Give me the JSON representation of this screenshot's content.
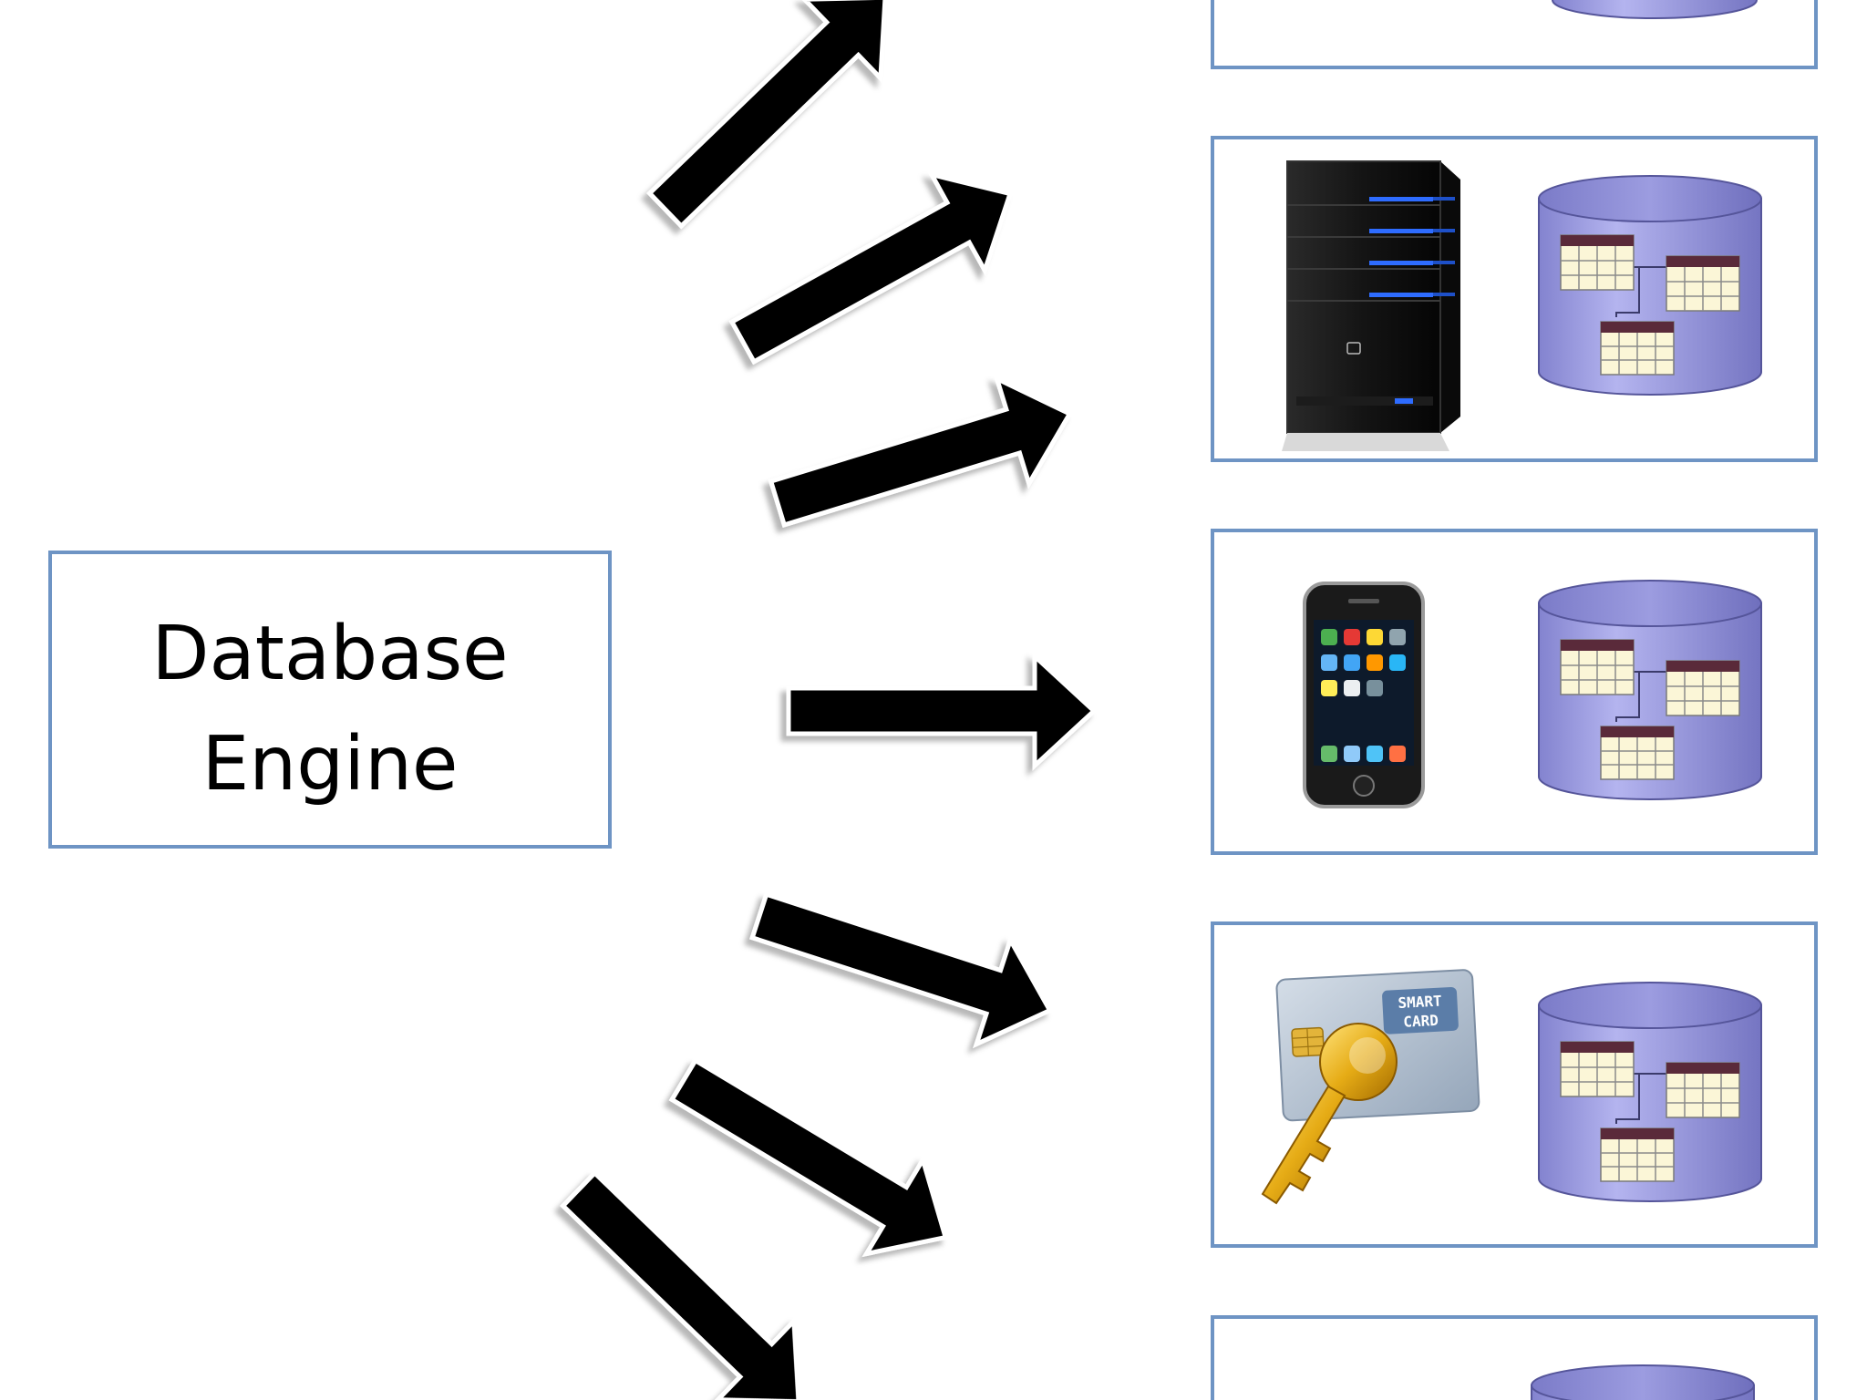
{
  "engine": {
    "label_line1": "Database",
    "label_line2": "Engine"
  },
  "targets": [
    {
      "name": "database",
      "device_icon": "",
      "db_icon": "database-cylinder-icon"
    },
    {
      "name": "server",
      "device_icon": "server-tower-icon",
      "db_icon": "database-cylinder-icon"
    },
    {
      "name": "mobile-phone",
      "device_icon": "smartphone-icon",
      "db_icon": "database-cylinder-icon"
    },
    {
      "name": "smart-card",
      "device_icon": "smart-card-key-icon",
      "db_icon": "database-cylinder-icon",
      "card_line1": "SMART",
      "card_line2": "CARD"
    },
    {
      "name": "database",
      "device_icon": "",
      "db_icon": "database-cylinder-icon"
    }
  ],
  "colors": {
    "box_border": "#6e94c4",
    "arrow_fill": "#000000",
    "db_body": "#a5a5e8",
    "db_top": "#8f8fd6",
    "table_cell": "#fbf6d7",
    "table_header": "#5a2a3a",
    "server_body": "#111111",
    "server_light": "#2e6cff",
    "card_body": "#b9c6d6",
    "key_gold": "#e8b21a"
  }
}
